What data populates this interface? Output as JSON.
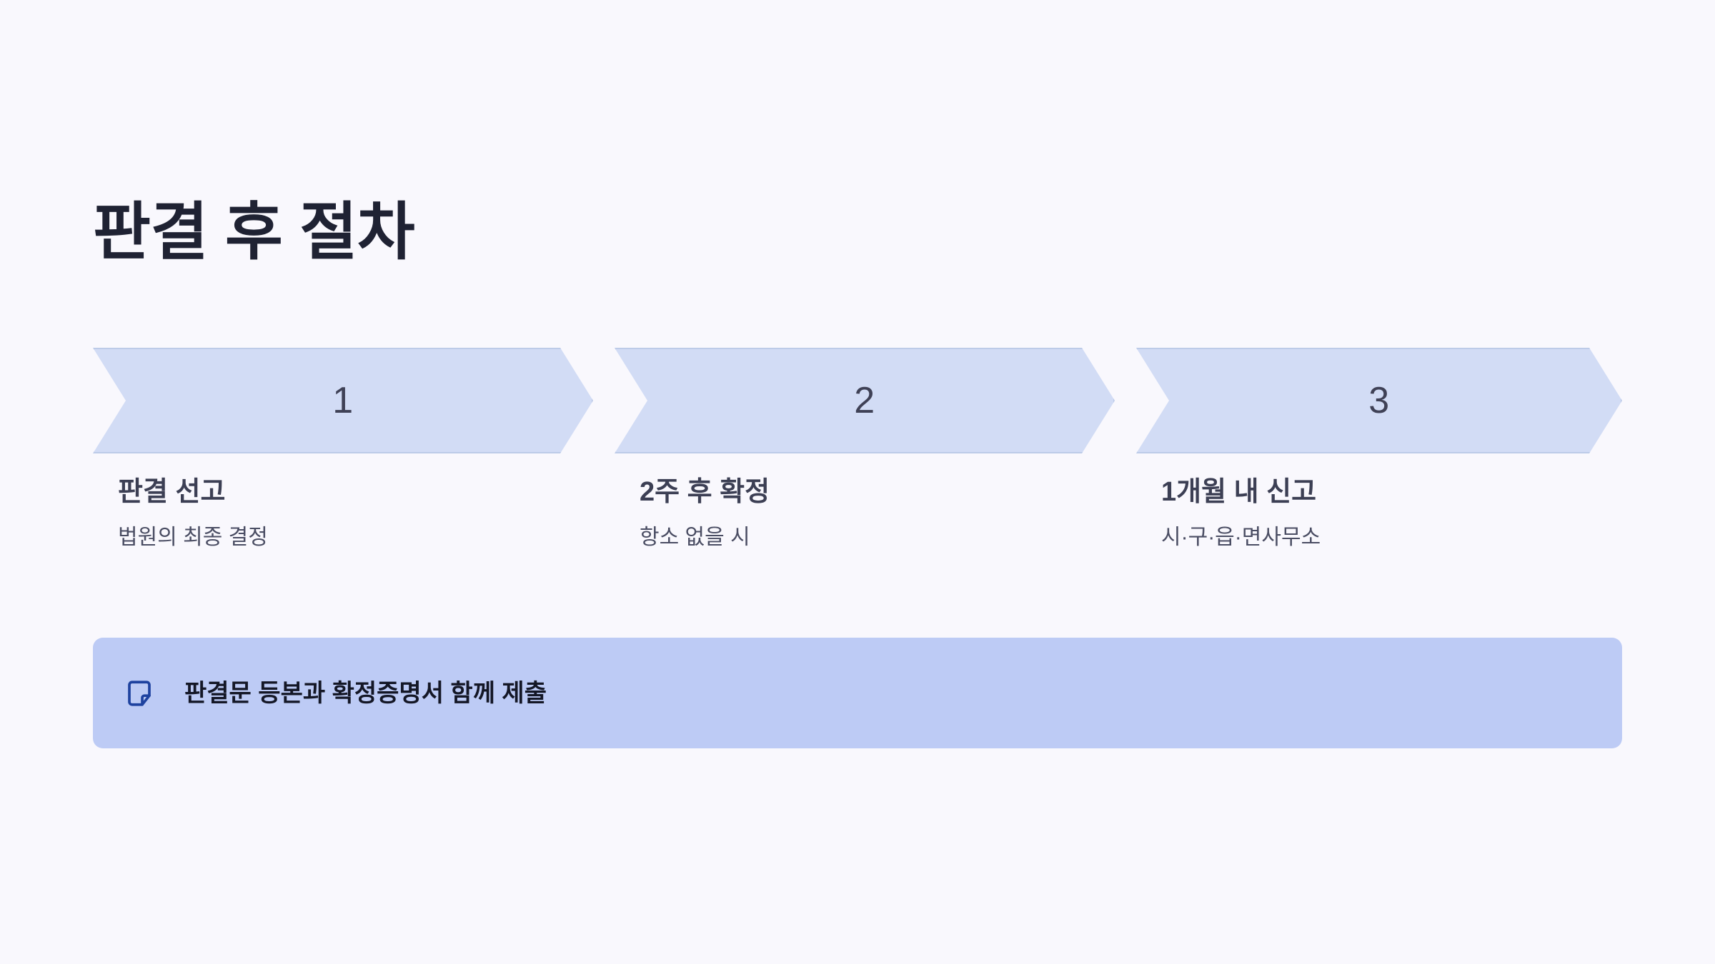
{
  "page": {
    "title": "판결 후 절차",
    "background_color": "#f9f8fd"
  },
  "colors": {
    "title_text": "#1f2233",
    "chevron_fill": "#d2dcf5",
    "chevron_border": "#bdcbe8",
    "chevron_number_text": "#3f4156",
    "caption_title_text": "#3c3f54",
    "caption_sub_text": "#4a4d63",
    "banner_fill": "#bdcbf5",
    "banner_text": "#141726",
    "banner_icon": "#1e429f"
  },
  "steps": [
    {
      "number": "1",
      "title": "판결 선고",
      "subtitle": "법원의 최종 결정"
    },
    {
      "number": "2",
      "title": "2주 후 확정",
      "subtitle": "항소 없을 시"
    },
    {
      "number": "3",
      "title": "1개월 내 신고",
      "subtitle": "시·구·읍·면사무소"
    }
  ],
  "note": {
    "icon": "sticky-note-icon",
    "text": "판결문 등본과 확정증명서 함께 제출"
  }
}
